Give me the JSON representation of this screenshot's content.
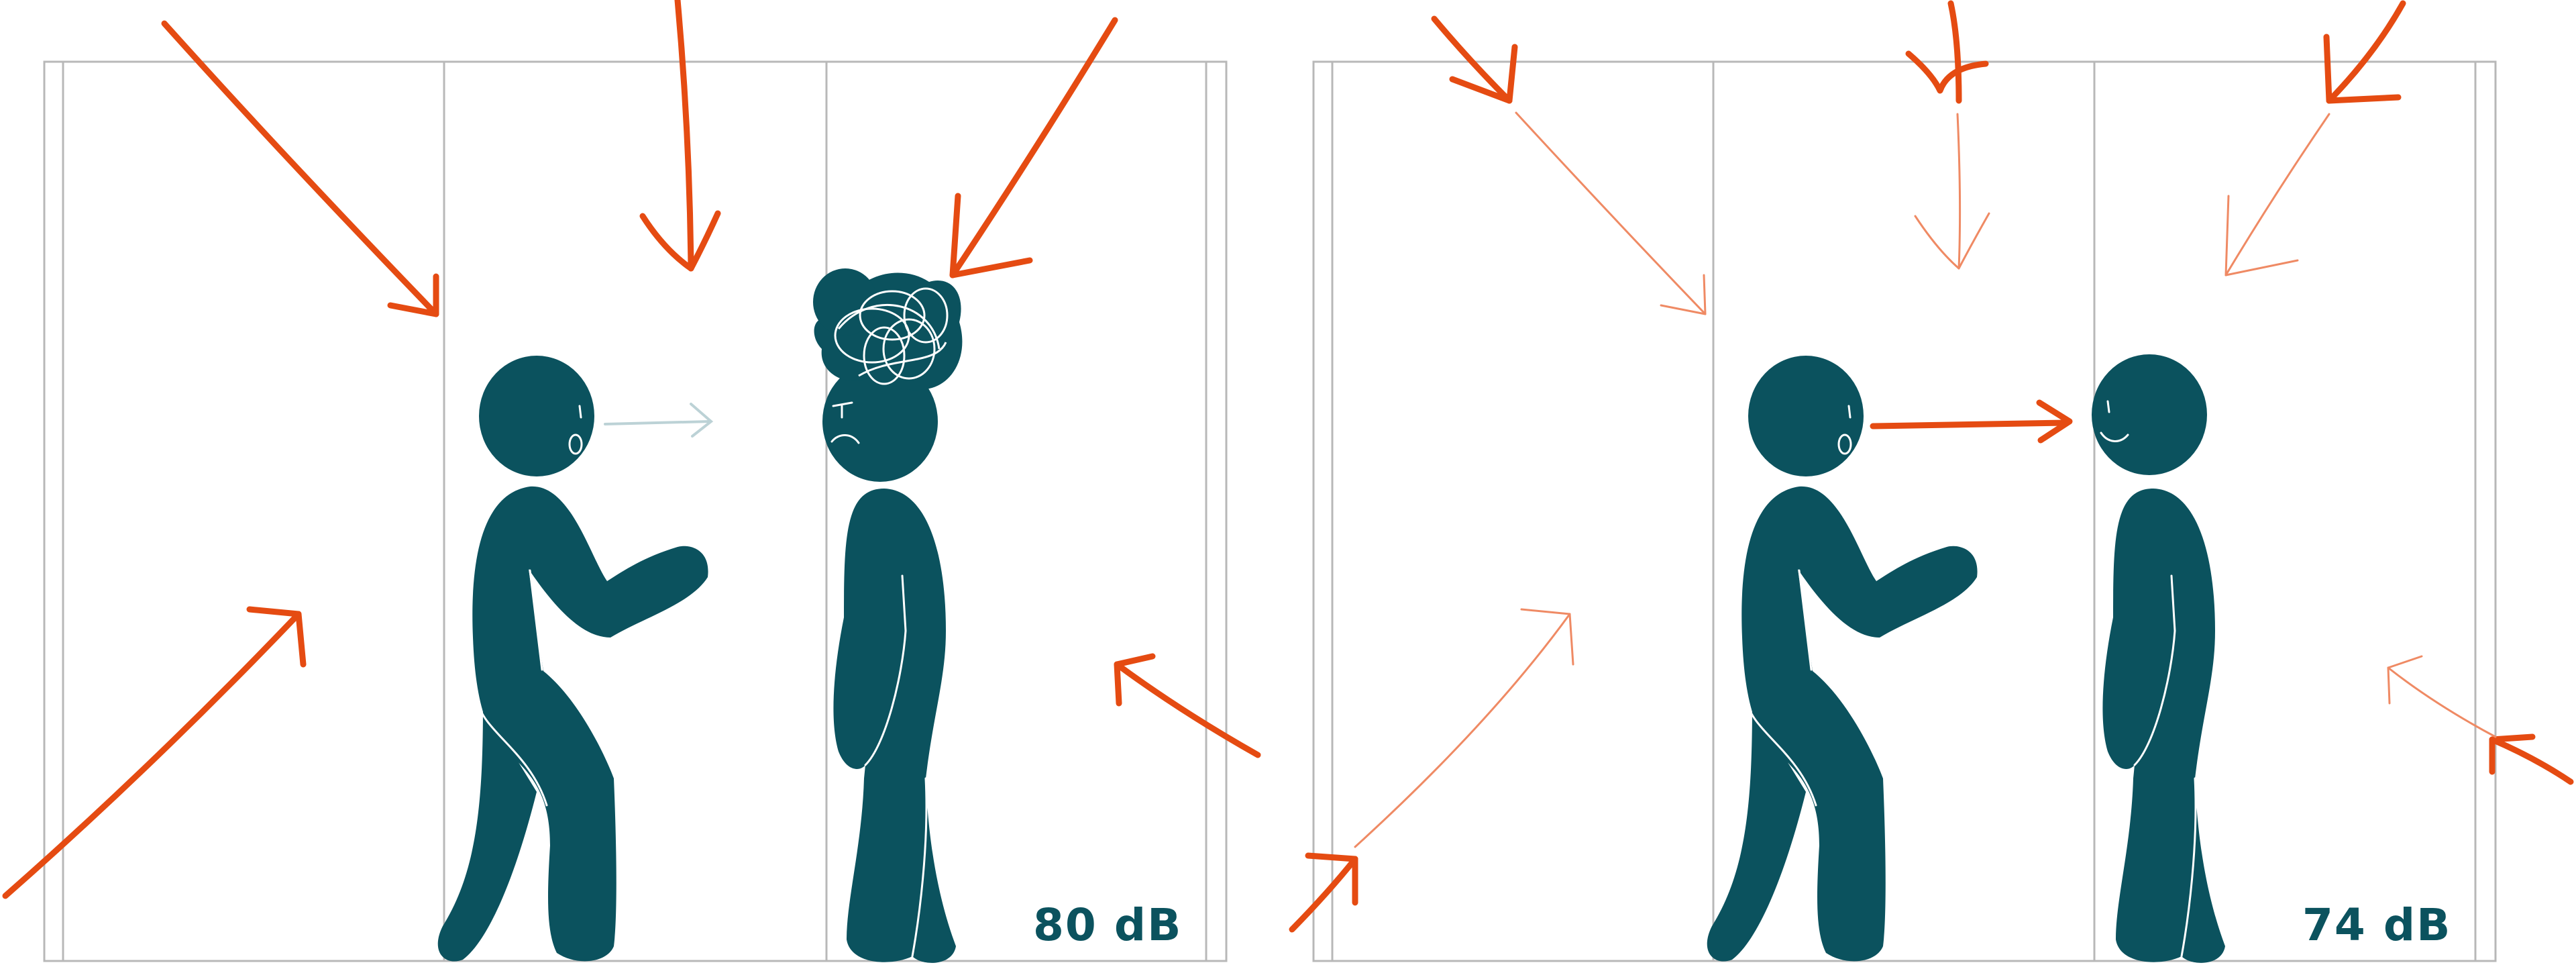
{
  "colors": {
    "figure": "#0b525e",
    "arrow": "#e54b12",
    "arrow_faint": "#ef8a64",
    "wall": "#b8b8b8",
    "speech_faint": "#bcd2d6"
  },
  "icons": {
    "person": "stick-person-icon",
    "stress": "scribble-stress-icon",
    "arrow": "sound-arrow-icon"
  },
  "panels": [
    {
      "id": "left",
      "noise_level": "80 dB"
    },
    {
      "id": "right",
      "noise_level": "74 dB"
    }
  ]
}
